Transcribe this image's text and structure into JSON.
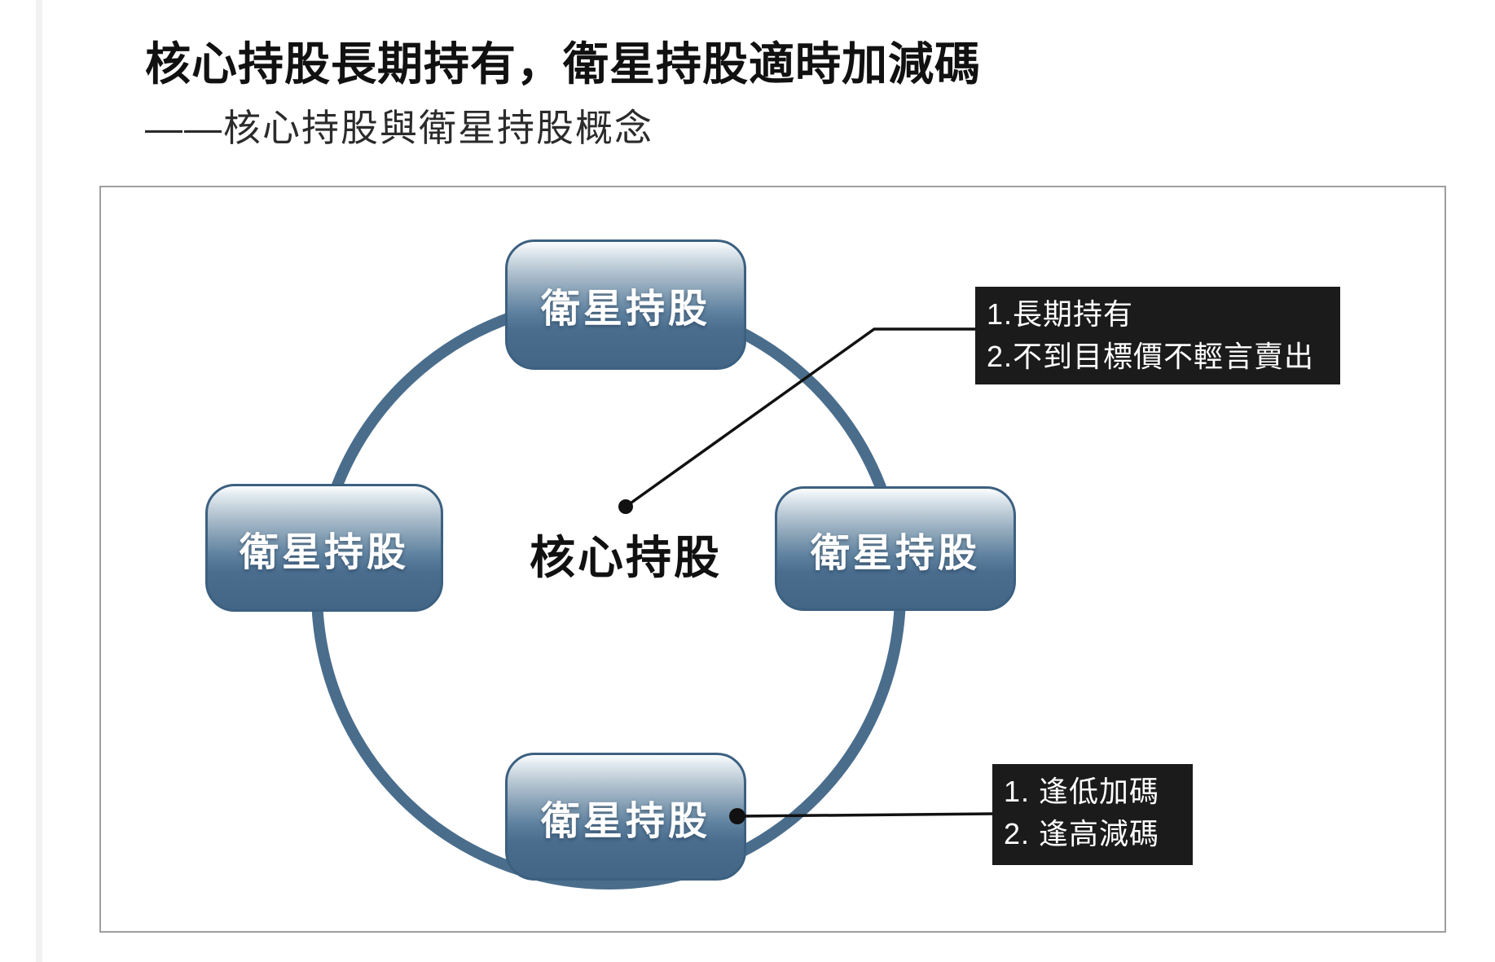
{
  "page": {
    "title": "核心持股長期持有，衛星持股適時加減碼",
    "subtitle": "——核心持股與衛星持股概念"
  },
  "diagram": {
    "center_label": "核心持股",
    "satellite_boxes": [
      {
        "position": "top",
        "label": "衛星持股"
      },
      {
        "position": "left",
        "label": "衛星持股"
      },
      {
        "position": "right",
        "label": "衛星持股"
      },
      {
        "position": "bottom",
        "label": "衛星持股"
      }
    ],
    "callouts": [
      {
        "points_to": "core-holdings-center",
        "lines": [
          "1.長期持有",
          "2.不到目標價不輕言賣出"
        ]
      },
      {
        "points_to": "satellite-box-bottom",
        "lines": [
          "1. 逢低加碼",
          "2. 逢高減碼"
        ]
      }
    ],
    "colors": {
      "circle_stroke": "#4a6d8c",
      "box_border": "#3c6080",
      "box_gradient_top": "#fbfdfe",
      "box_gradient_bottom": "#436586",
      "callout_bg": "#1b1b1b",
      "callout_text": "#ffffff",
      "connector": "#111111",
      "panel_border": "#9e9e9e",
      "title_text": "#111111"
    }
  }
}
